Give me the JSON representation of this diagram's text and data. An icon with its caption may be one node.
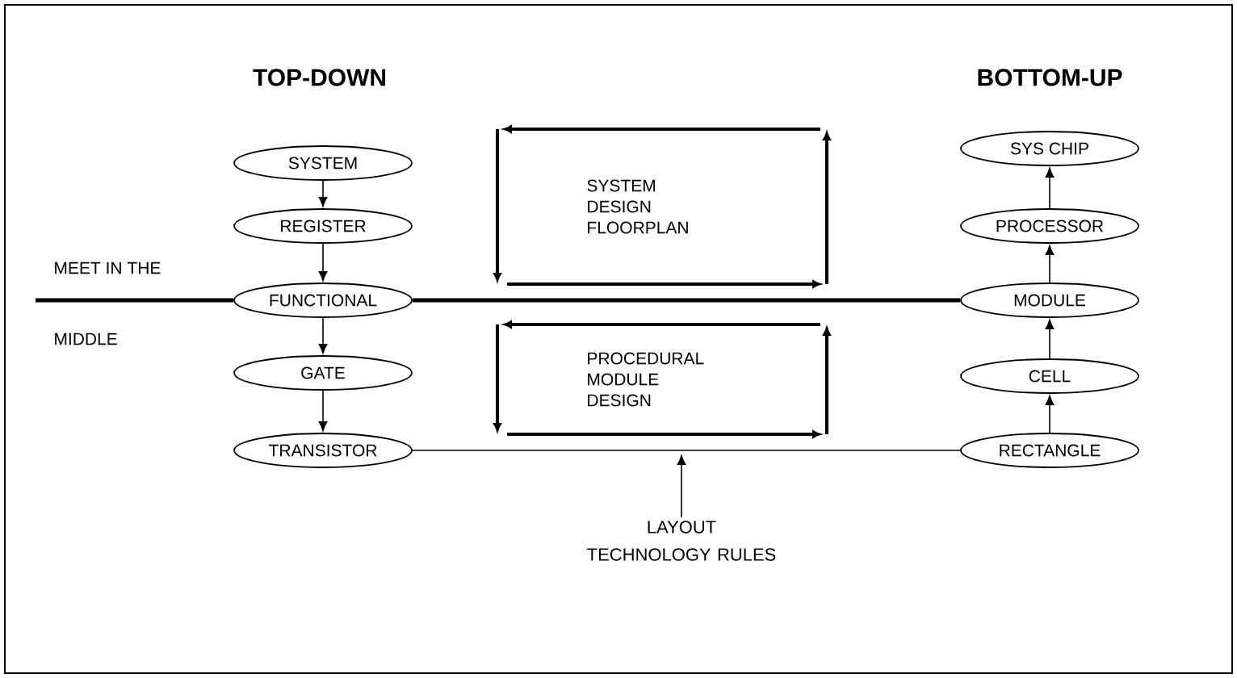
{
  "diagram": {
    "nodes": [
      {
        "text": [
          "SYSTEM"
        ]
      },
      {
        "text": [
          "REGISTER"
        ]
      },
      {
        "text": [
          "FUNCTIONAL"
        ]
      },
      {
        "text": [
          "GATE"
        ]
      },
      {
        "text": [
          "TRANSISTOR"
        ]
      },
      {
        "text": [
          "SYS CHIP"
        ]
      },
      {
        "text": [
          "PROCESSOR"
        ]
      },
      {
        "text": [
          "MODULE"
        ]
      },
      {
        "text": [
          "CELL"
        ]
      },
      {
        "text": [
          "RECTANGLE"
        ]
      },
      {
        "text": [
          "LAYOUT TECHNOLOGY RULES"
        ]
      }
    ],
    "edges": [
      {
        "from": 0,
        "to": 1,
        "arrow": "to"
      },
      {
        "from": 1,
        "to": 2,
        "arrow": "to"
      },
      {
        "from": 2,
        "to": 3,
        "arrow": "to"
      },
      {
        "from": 3,
        "to": 4,
        "arrow": "to"
      },
      {
        "from": 9,
        "to": 8,
        "arrow": "to"
      },
      {
        "from": 8,
        "to": 7,
        "arrow": "to"
      },
      {
        "from": 7,
        "to": 6,
        "arrow": "to"
      },
      {
        "from": 6,
        "to": 5,
        "arrow": "to"
      },
      {
        "from": null,
        "to": 2,
        "arrow": "none",
        "style": "thick"
      },
      {
        "from": 2,
        "to": 7,
        "arrow": "none",
        "style": "thick"
      },
      {
        "from": 4,
        "to": 9,
        "arrow": "none"
      },
      {
        "from": 10,
        "to": null,
        "arrow": "to"
      }
    ],
    "labels": [
      "TOP-DOWN",
      "BOTTOM-UP",
      "MEET IN THE",
      "MIDDLE",
      "SYSTEM DESIGN FLOORPLAN",
      "PROCEDURAL MODULE DESIGN"
    ]
  }
}
